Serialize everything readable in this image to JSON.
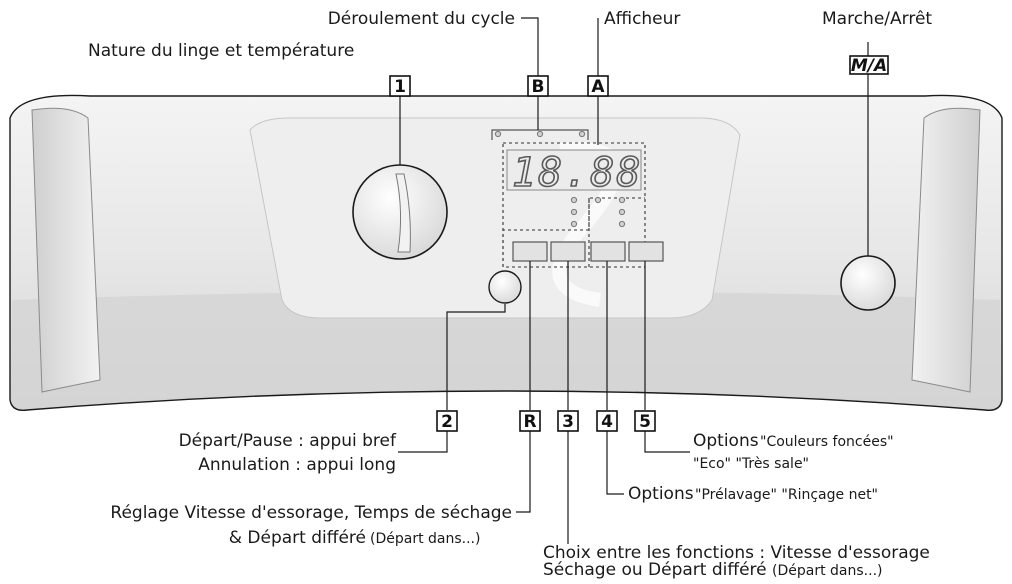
{
  "labels": {
    "nature": "Nature du linge et température",
    "deroulement": "Déroulement du cycle",
    "afficheur": "Afficheur",
    "marche": "Marche/Arrêt",
    "depart_line1": "Départ/Pause : appui bref",
    "depart_line2": "Annulation : appui long",
    "reglage_line1": "Réglage Vitesse d'essorage, Temps de séchage",
    "reglage_line2": "& Départ différé",
    "reglage_line2_small": "(Départ dans...)",
    "choix_line1": "Choix entre les fonctions : Vitesse d'essorage",
    "choix_line2": "Séchage ou Départ différé",
    "choix_line2_small": "(Départ dans...)",
    "options5_word": "Options",
    "options5_line1": "\"Couleurs foncées\"",
    "options5_line2": "\"Eco\"  \"Très sale\"",
    "options4_word": "Options",
    "options4_line1": "\"Prélavage\"  \"Rinçage net\""
  },
  "keys": {
    "k1": "1",
    "kB": "B",
    "kA": "A",
    "kMA": "M/A",
    "k2": "2",
    "kR": "R",
    "k3": "3",
    "k4": "4",
    "k5": "5"
  },
  "display": {
    "digits": "18.88"
  }
}
